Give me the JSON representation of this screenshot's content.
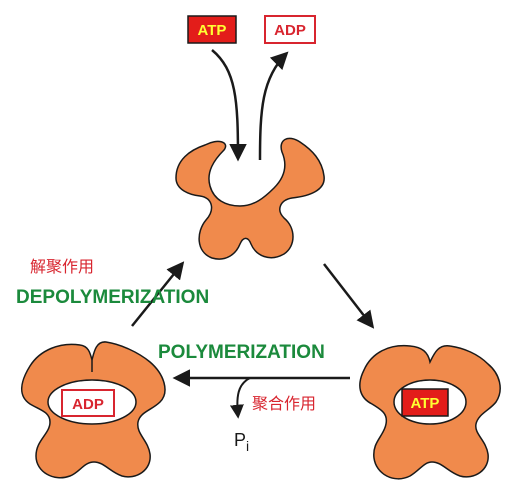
{
  "colors": {
    "protein": "#f08a4c",
    "protein_outline": "#1a1a1a",
    "atp_fill": "#e31d1a",
    "atp_text": "#ffff33",
    "adp_fill": "#ffffff",
    "adp_stroke": "#d8252f",
    "adp_text": "#d8252f",
    "green": "#1b8a3c",
    "chinese": "#d8252f",
    "arrow": "#1a1a1a"
  },
  "labels": {
    "atp_top": "ATP",
    "adp_top": "ADP",
    "atp_right": "ATP",
    "adp_left": "ADP",
    "depolymerization": "DEPOLYMERIZATION",
    "depolymerization_zh": "解聚作用",
    "polymerization": "POLYMERIZATION",
    "polymerization_zh": "聚合作用",
    "pi": "P",
    "pi_sub": "i"
  },
  "icons": {
    "protein_monomer": "actin-monomer-icon",
    "arrow": "arrow-icon"
  }
}
